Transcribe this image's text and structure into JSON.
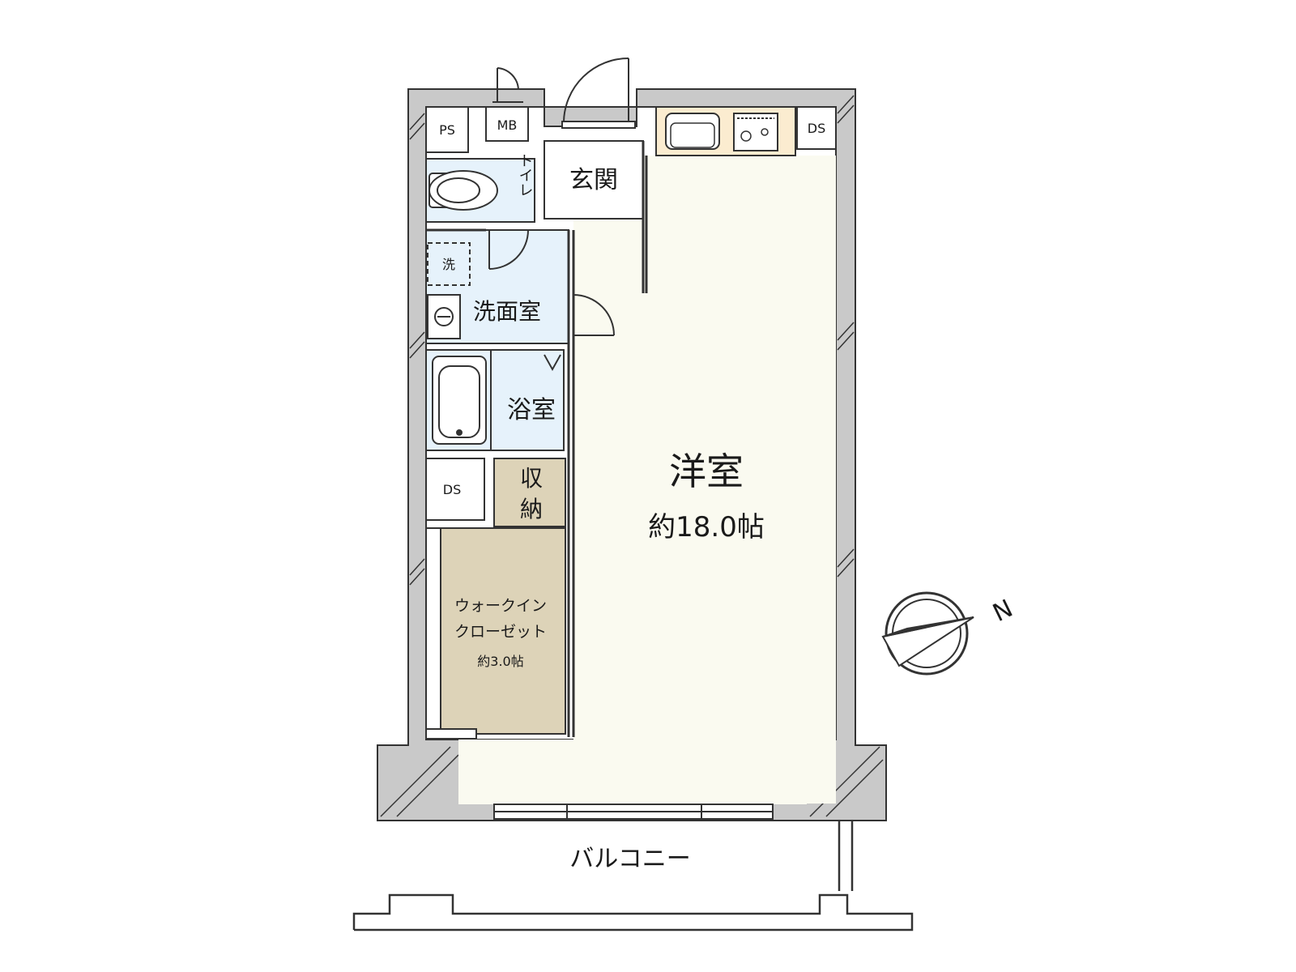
{
  "floorplan": {
    "rooms": {
      "western_room": {
        "label": "洋室",
        "size": "約18.0帖"
      },
      "closet": {
        "line1": "ウォークイン",
        "line2": "クローゼット",
        "size": "約3.0帖"
      },
      "storage": {
        "line1": "収",
        "line2": "納"
      },
      "bath": {
        "label": "浴室"
      },
      "washroom": {
        "label": "洗面室"
      },
      "washer": {
        "label": "洗"
      },
      "toilet": {
        "label": "トイレ"
      },
      "entrance": {
        "label": "玄関"
      },
      "balcony": {
        "label": "バルコニー"
      }
    },
    "utilities": {
      "ps": "PS",
      "mb": "MB",
      "ds_kitchen": "DS",
      "ds_hall": "DS"
    },
    "compass": {
      "north": "N"
    }
  },
  "colors": {
    "wall": "#c9c9c9",
    "western_room": "#fafaf0",
    "wet_area": "#e6f2fb",
    "storage": "#ddd3b8",
    "kitchen": "#fbecd0",
    "line": "#333333"
  }
}
